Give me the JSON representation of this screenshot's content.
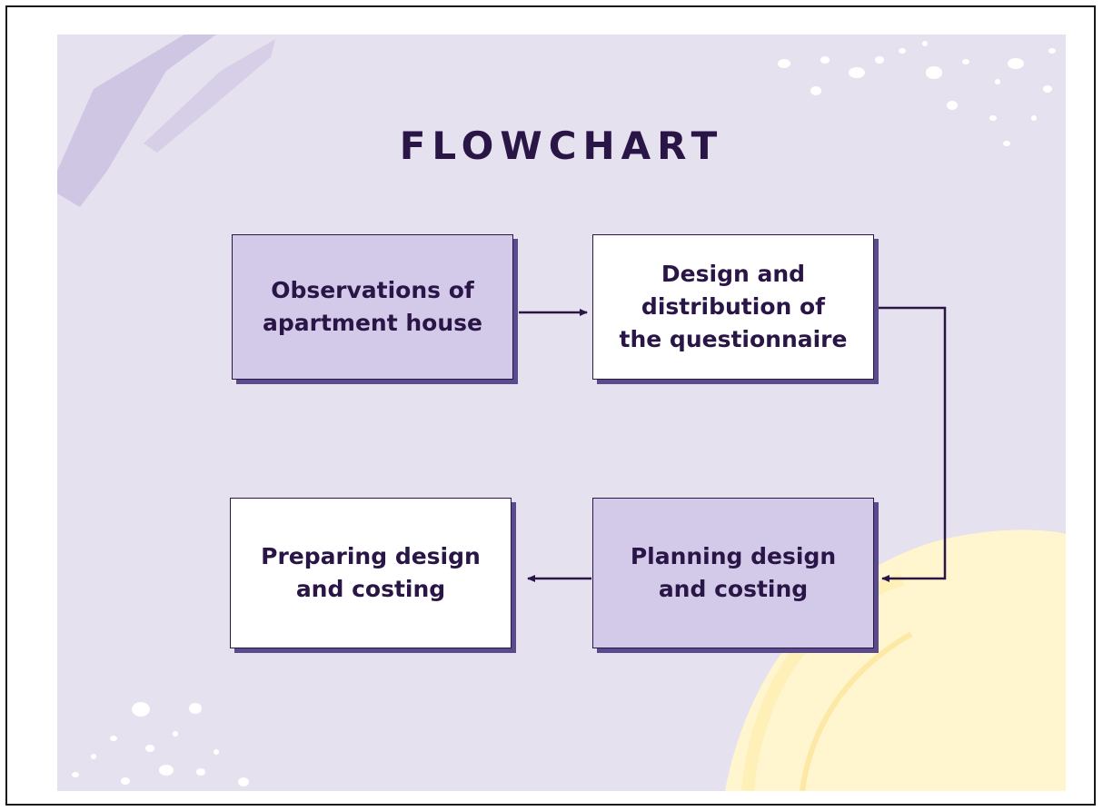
{
  "title": "FLOWCHART",
  "colors": {
    "background": "#e6e1ef",
    "text": "#2a1547",
    "box_purple": "#d3c9e9",
    "box_white": "#ffffff",
    "shadow": "#5a4a8e",
    "accent_yellow": "#fff4c7",
    "accent_lavender": "#c9bee3"
  },
  "boxes": [
    {
      "id": "observations",
      "lines": [
        "Observations of",
        "apartment house"
      ]
    },
    {
      "id": "design",
      "lines": [
        "Design and",
        "distribution of",
        "the questionnaire"
      ]
    },
    {
      "id": "planning",
      "lines": [
        "Planning design",
        "and costing"
      ]
    },
    {
      "id": "preparing",
      "lines": [
        "Preparing design",
        "and costing"
      ]
    }
  ],
  "connections": [
    {
      "from": "observations",
      "to": "design"
    },
    {
      "from": "design",
      "to": "planning"
    },
    {
      "from": "planning",
      "to": "preparing"
    }
  ]
}
